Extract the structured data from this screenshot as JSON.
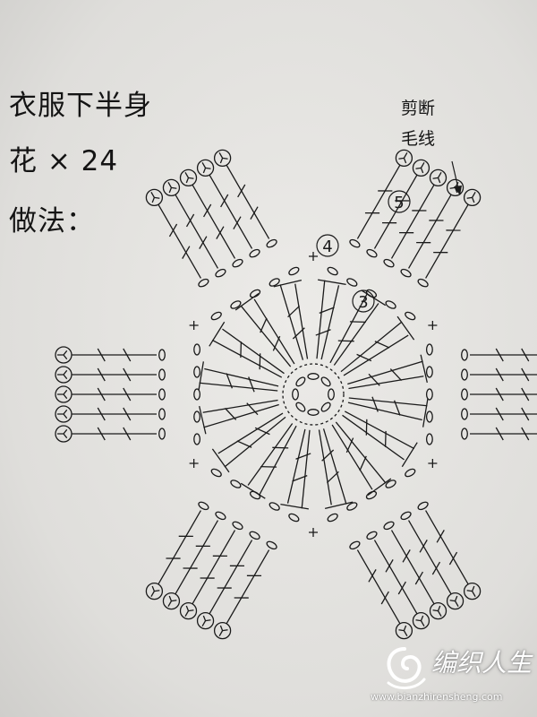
{
  "titles": [
    "衣服下半身",
    "花 × 24",
    "做法："
  ],
  "note_line1": "剪断",
  "note_line2": "毛线",
  "round_labels": [
    "⑤",
    "④",
    "③"
  ],
  "watermark": {
    "text": "编织人生",
    "url": "www.bianzhirensheng.com"
  },
  "colors": {
    "ink": "#1a1a1a",
    "paper": "#e4e3e0",
    "watermark": "#ffffff"
  }
}
